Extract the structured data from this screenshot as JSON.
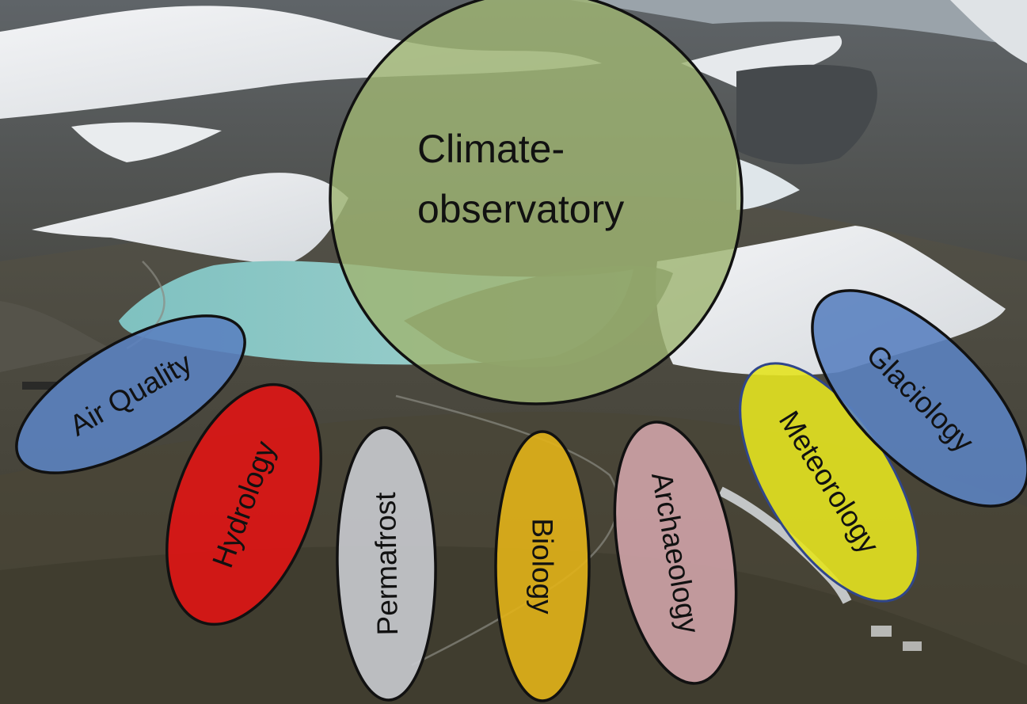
{
  "diagram": {
    "center": {
      "label_lines": [
        "Climate-",
        "observatory"
      ],
      "color": "#9fb573"
    },
    "nodes": [
      {
        "id": "air-quality",
        "label": "Air Quality",
        "color": "#5b82c0"
      },
      {
        "id": "hydrology",
        "label": "Hydrology",
        "color": "#e01414"
      },
      {
        "id": "permafrost",
        "label": "Permafrost",
        "color": "#c9cbd0"
      },
      {
        "id": "biology",
        "label": "Biology",
        "color": "#e2b318"
      },
      {
        "id": "archaeology",
        "label": "Archaeology",
        "color": "#cfa3a8"
      },
      {
        "id": "meteorology",
        "label": "Meteorology",
        "color": "#e4e320"
      },
      {
        "id": "glaciology",
        "label": "Glaciology",
        "color": "#5b82c0"
      }
    ]
  }
}
